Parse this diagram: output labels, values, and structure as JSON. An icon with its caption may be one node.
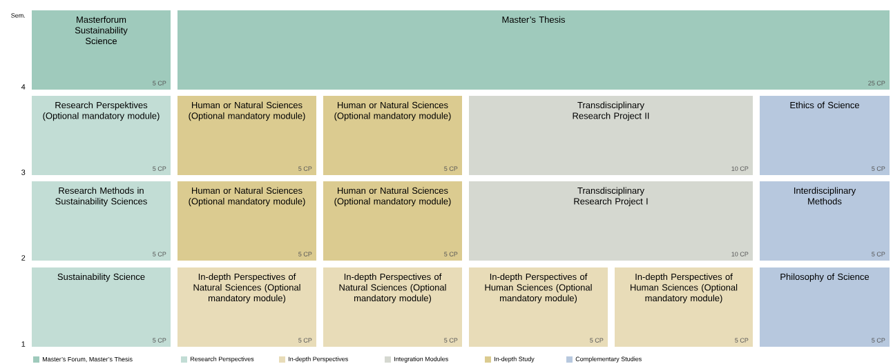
{
  "diagram": {
    "nodes": [
      {
        "text": [
          "Masterforum Sustainability Science",
          "5 CP"
        ]
      },
      {
        "text": [
          "Master’s Thesis",
          "25 CP"
        ]
      },
      {
        "text": [
          "Research Perspektives (Optional mandatory module)",
          "5 CP"
        ]
      },
      {
        "text": [
          "Human or Natural Sciences (Optional mandatory module)",
          "5 CP"
        ]
      },
      {
        "text": [
          "Human or Natural Sciences (Optional mandatory module)",
          "5 CP"
        ]
      },
      {
        "text": [
          "Transdisciplinary Research Project II",
          "10 CP"
        ]
      },
      {
        "text": [
          "Ethics of Science",
          "5 CP"
        ]
      },
      {
        "text": [
          "Research Methods in Sustainability Sciences",
          "5 CP"
        ]
      },
      {
        "text": [
          "Human or Natural Sciences (Optional mandatory module)",
          "5 CP"
        ]
      },
      {
        "text": [
          "Human or Natural Sciences (Optional mandatory module)",
          "5 CP"
        ]
      },
      {
        "text": [
          "Transdisciplinary Research Project I",
          "10 CP"
        ]
      },
      {
        "text": [
          "Interdisciplinary Methods",
          "5 CP"
        ]
      },
      {
        "text": [
          "Sustainability Science",
          "5 CP"
        ]
      },
      {
        "text": [
          "In-depth Perspectives of Natural Sciences (Optional mandatory module)",
          "5 CP"
        ]
      },
      {
        "text": [
          "In-depth Perspectives of Natural Sciences (Optional mandatory module)",
          "5 CP"
        ]
      },
      {
        "text": [
          "In-depth Perspectives of Human Sciences (Optional mandatory module)",
          "5 CP"
        ]
      },
      {
        "text": [
          "In-depth Perspectives of Human Sciences (Optional mandatory module)",
          "5 CP"
        ]
      },
      {
        "text": [
          "Philosophy of Science",
          "5 CP"
        ]
      }
    ],
    "labels": [
      "Sem.",
      "4",
      "3",
      "2",
      "1"
    ],
    "legend": [
      {
        "text": "Master’s Forum, Master’s Thesis",
        "color": "#9fcabc"
      },
      {
        "text": "Research Perspectives",
        "color": "#c2ddd5"
      },
      {
        "text": "In-depth Perspectives",
        "color": "#e8dcb8"
      },
      {
        "text": "Integration Modules",
        "color": "#d5d8d0"
      },
      {
        "text": "In-depth Study",
        "color": "#dbcb90"
      },
      {
        "text": "Complementary Studies",
        "color": "#b7c8de"
      }
    ]
  }
}
